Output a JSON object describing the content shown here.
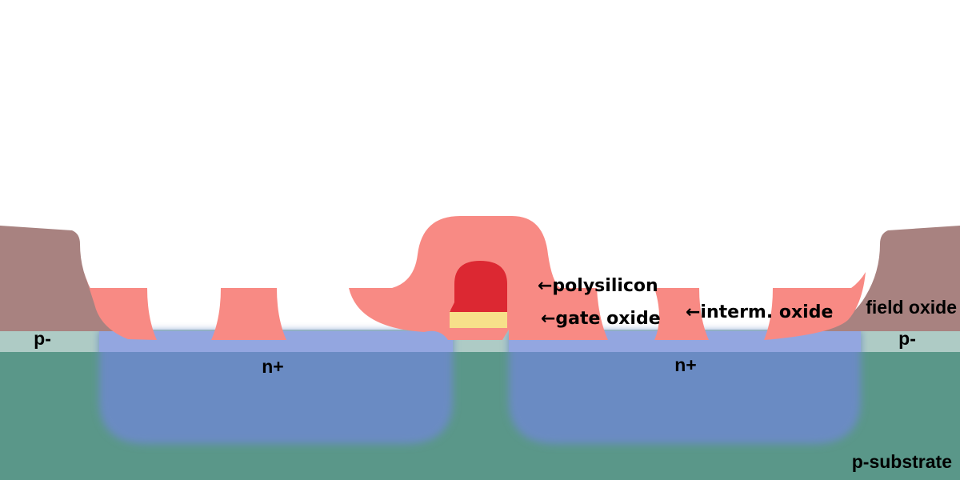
{
  "diagram": {
    "labels": {
      "p_minus_left": "p-",
      "p_minus_right": "p-",
      "n_plus_left": "n+",
      "n_plus_right": "n+",
      "polysilicon": "←polysilicon",
      "gate_oxide": "←gate oxide",
      "interm_oxide": "←interm. oxide",
      "field_oxide": "field oxide",
      "p_substrate": "p-substrate"
    },
    "colors": {
      "substrate": "#5a9789",
      "p_minus_layer": "#aecbc5",
      "n_plus": "#6a8bc3",
      "n_plus_surface": "#93a6e0",
      "field_oxide": "#a88280",
      "interm_oxide": "#f88a84",
      "polysilicon": "#dc2832",
      "gate_oxide": "#f7e08a",
      "background": "#ffffff"
    }
  }
}
